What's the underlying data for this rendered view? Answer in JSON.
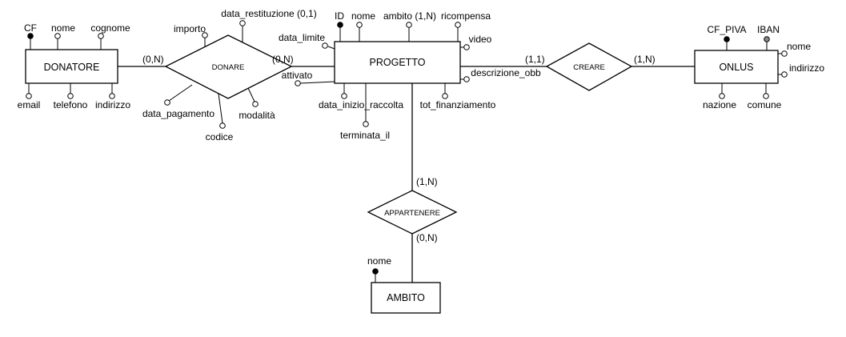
{
  "entities": {
    "donatore": "DONATORE",
    "progetto": "PROGETTO",
    "onlus": "ONLUS",
    "ambito": "AMBITO"
  },
  "relationships": {
    "donare": "DONARE",
    "creare": "CREARE",
    "appartenere": "APPARTENERE"
  },
  "cardinalities": {
    "donatore_donare": "(0,N)",
    "progetto_donare": "(0,N)",
    "progetto_creare": "(1,1)",
    "onlus_creare": "(1,N)",
    "progetto_appartenere": "(1,N)",
    "ambito_appartenere": "(0,N)"
  },
  "attributes": {
    "donatore": {
      "cf": {
        "label": "CF",
        "kind": "key"
      },
      "nome": {
        "label": "nome",
        "kind": "simple"
      },
      "cognome": {
        "label": "cognome",
        "kind": "simple"
      },
      "email": {
        "label": "email",
        "kind": "simple"
      },
      "telefono": {
        "label": "telefono",
        "kind": "simple"
      },
      "indirizzo": {
        "label": "indirizzo",
        "kind": "simple"
      }
    },
    "donare": {
      "importo": {
        "label": "importo",
        "kind": "simple"
      },
      "data_restituzione": {
        "label": "data_restituzione (0,1)",
        "kind": "simple"
      },
      "data_pagamento": {
        "label": "data_pagamento",
        "kind": "simple"
      },
      "codice": {
        "label": "codice",
        "kind": "simple"
      },
      "modalita": {
        "label": "modalità",
        "kind": "simple"
      }
    },
    "progetto": {
      "id": {
        "label": "ID",
        "kind": "key"
      },
      "nome": {
        "label": "nome",
        "kind": "simple"
      },
      "ambito": {
        "label": "ambito (1,N)",
        "kind": "simple"
      },
      "ricompensa": {
        "label": "ricompensa",
        "kind": "simple"
      },
      "data_limite": {
        "label": "data_limite",
        "kind": "simple"
      },
      "video": {
        "label": "video",
        "kind": "simple"
      },
      "attivato": {
        "label": "attivato",
        "kind": "simple"
      },
      "descrizione_obb": {
        "label": "descrizione_obb",
        "kind": "simple"
      },
      "data_inizio_raccolta": {
        "label": "data_inizio_raccolta",
        "kind": "simple"
      },
      "tot_finanziamento": {
        "label": "tot_finanziamento",
        "kind": "simple"
      },
      "terminata_il": {
        "label": "terminata_il",
        "kind": "simple"
      }
    },
    "onlus": {
      "cf_piva": {
        "label": "CF_PIVA",
        "kind": "key"
      },
      "iban": {
        "label": "IBAN",
        "kind": "alt-key"
      },
      "nome": {
        "label": "nome",
        "kind": "simple"
      },
      "indirizzo": {
        "label": "indirizzo",
        "kind": "simple"
      },
      "nazione": {
        "label": "nazione",
        "kind": "simple"
      },
      "comune": {
        "label": "comune",
        "kind": "simple"
      }
    },
    "ambito": {
      "nome": {
        "label": "nome",
        "kind": "key"
      }
    }
  }
}
